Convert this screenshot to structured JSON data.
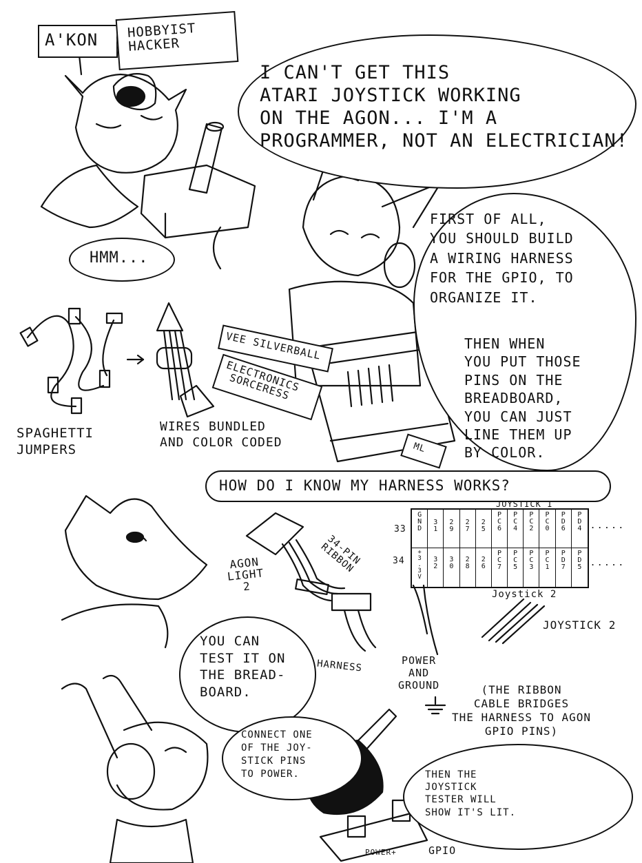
{
  "panel1": {
    "sign_name": "A'KON",
    "sign_title": "HOBBYIST\nHACKER",
    "speech_main": "I CAN'T GET THIS\nATARI JOYSTICK WORKING\nON THE AGON... I'M A\nPROGRAMMER, NOT AN ELECTRICIAN!",
    "speech_hmm": "HMM..."
  },
  "panel2": {
    "speech_first": "FIRST OF ALL,\nYOU SHOULD BUILD\nA WIRING HARNESS\nFOR THE GPIO, TO\nORGANIZE IT.",
    "speech_then": "THEN WHEN\nYOU PUT THOSE\nPINS ON THE\nBREADBOARD,\nYOU CAN JUST\nLINE THEM UP\nBY COLOR.",
    "caption_spaghetti": "SPAGHETTI\nJUMPERS",
    "caption_bundled": "WIRES BUNDLED\nAND COLOR CODED",
    "sign_vee": "VEE SILVERBALL",
    "sign_sorceress": "ELECTRONICS\nSORCERESS",
    "chip_label": "ML"
  },
  "panel3": {
    "question": "HOW DO I KNOW MY HARNESS WORKS?",
    "agon_label": "AGON\nLIGHT\n2",
    "ribbon_label": "34-PIN\nRIBBON",
    "harness_label": "HARNESS",
    "joystick1_label": "JOYSTICK 1",
    "joystick2_label": "Joystick 2",
    "joystick2_caption": "JOYSTICK 2",
    "row33": "33",
    "row34": "34",
    "pins_top": [
      "G\nN\nD",
      "3\n1",
      "2\n9",
      "2\n7",
      "2\n5",
      "P\nC\n6",
      "P\nC\n4",
      "P\nC\n2",
      "P\nC\n0",
      "P\nD\n6",
      "P\nD\n4"
    ],
    "pins_bottom": [
      "+\n3\n.\n3\nV",
      "3\n2",
      "3\n0",
      "2\n8",
      "2\n6",
      "P\nC\n7",
      "P\nC\n5",
      "P\nC\n3",
      "P\nC\n1",
      "P\nD\n7",
      "P\nD\n5"
    ],
    "power_ground": "POWER\nAND\nGROUND"
  },
  "panel4": {
    "speech_test": "YOU CAN\nTEST IT ON\nTHE BREAD-\nBOARD.",
    "speech_connect": "CONNECT ONE\nOF THE JOY-\nSTICK PINS\nTO POWER.",
    "note_ribbon": "(THE RIBBON\nCABLE BRIDGES\nTHE HARNESS TO AGON\nGPIO PINS)",
    "speech_tester": "THEN THE\nJOYSTICK\nTESTER WILL\nSHOW IT'S LIT.",
    "label_power": "POWER+",
    "label_gpio": "GPIO"
  }
}
